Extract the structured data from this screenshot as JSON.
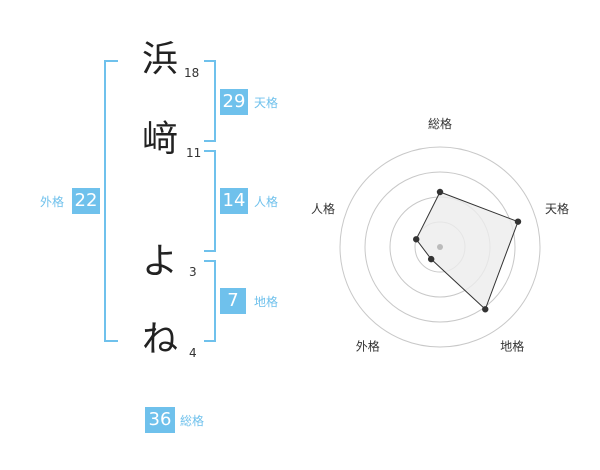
{
  "name": {
    "characters": [
      {
        "char": "浜",
        "strokes": "18"
      },
      {
        "char": "﨑",
        "strokes": "11"
      },
      {
        "char": "よ",
        "strokes": "3"
      },
      {
        "char": "ね",
        "strokes": "4"
      }
    ]
  },
  "fortune": {
    "tenkaku": {
      "value": "29",
      "label": "天格"
    },
    "jinkaku": {
      "value": "14",
      "label": "人格"
    },
    "chikaku": {
      "value": "7",
      "label": "地格"
    },
    "gaikaku": {
      "value": "22",
      "label": "外格"
    },
    "soukaku": {
      "value": "36",
      "label": "総格"
    }
  },
  "radar": {
    "axes": [
      "総格",
      "天格",
      "地格",
      "外格",
      "人格"
    ],
    "levels": 4,
    "values": [
      0.55,
      0.82,
      0.77,
      0.15,
      0.25
    ],
    "colors": {
      "grid": "#c8c8c8",
      "fill": "#ececec",
      "line": "#333333",
      "point": "#333333",
      "center": "#bbbbbb"
    }
  },
  "colors": {
    "accent": "#6fc1ec"
  }
}
